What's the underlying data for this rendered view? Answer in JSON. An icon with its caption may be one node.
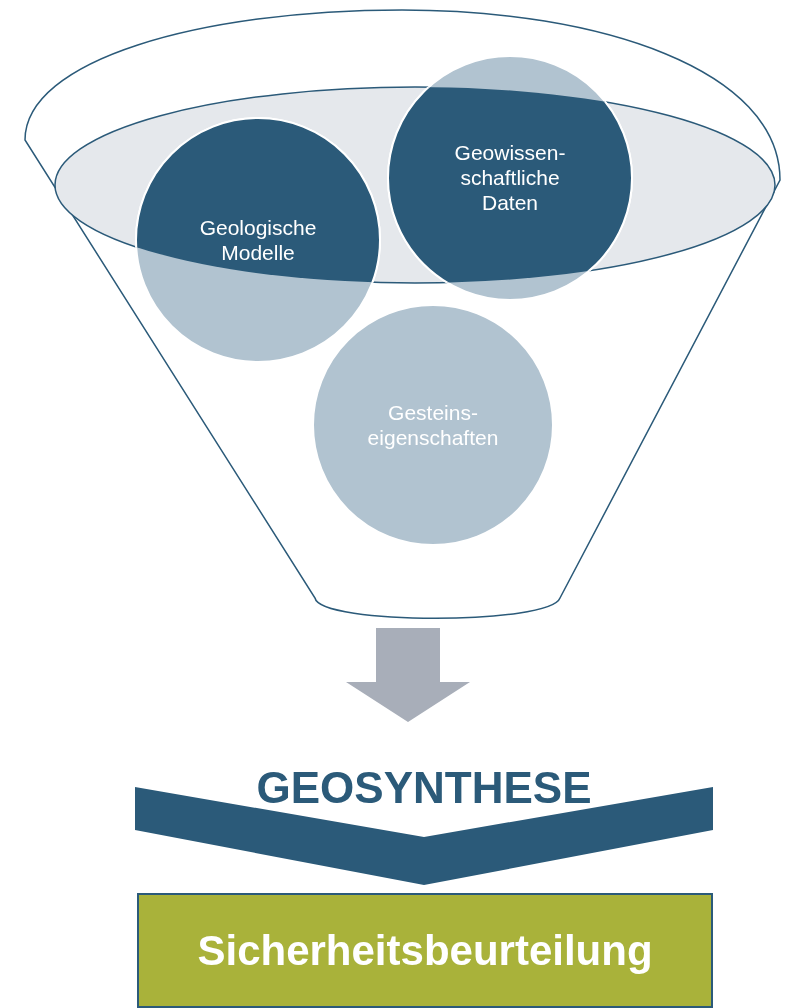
{
  "diagram": {
    "nodes": [
      {
        "text": [],
        "shape": "funnel"
      },
      {
        "text": [
          "Geologische Modelle"
        ],
        "in": 0
      },
      {
        "text": [
          "Geowissen- schaftliche Daten"
        ],
        "in": 0
      },
      {
        "text": [
          "Gesteins- eigenschaften"
        ],
        "in": 0
      },
      {
        "text": [
          "GEOSYNTHESE"
        ]
      },
      {
        "text": [
          "Sicherheitsbeurteilung"
        ]
      }
    ],
    "edges": [
      {
        "from": 0,
        "to": 4,
        "arrow": "to",
        "style": "thick",
        "color": "#a8aeb9"
      }
    ]
  }
}
